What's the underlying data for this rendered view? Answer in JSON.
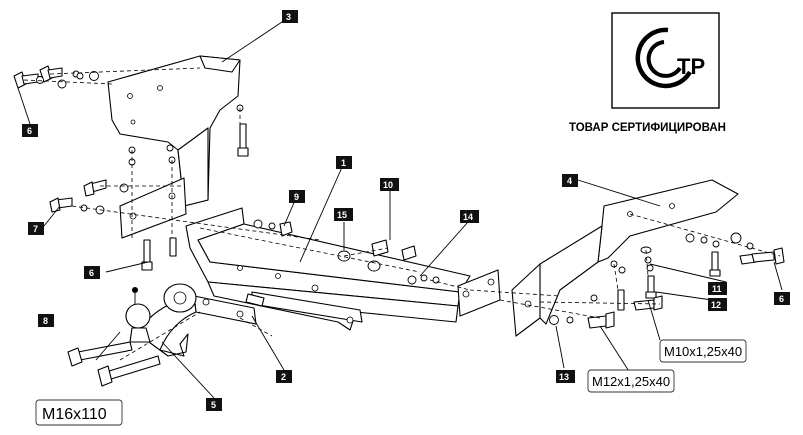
{
  "callouts": [
    {
      "id": "tag-1",
      "label": "1"
    },
    {
      "id": "tag-2",
      "label": "2"
    },
    {
      "id": "tag-3",
      "label": "3"
    },
    {
      "id": "tag-4",
      "label": "4"
    },
    {
      "id": "tag-5",
      "label": "5"
    },
    {
      "id": "tag-6a",
      "label": "6"
    },
    {
      "id": "tag-6b",
      "label": "6"
    },
    {
      "id": "tag-6c",
      "label": "6"
    },
    {
      "id": "tag-7",
      "label": "7"
    },
    {
      "id": "tag-8",
      "label": "8"
    },
    {
      "id": "tag-9",
      "label": "9"
    },
    {
      "id": "tag-10",
      "label": "10"
    },
    {
      "id": "tag-11",
      "label": "11"
    },
    {
      "id": "tag-12",
      "label": "12"
    },
    {
      "id": "tag-13",
      "label": "13"
    },
    {
      "id": "tag-14",
      "label": "14"
    },
    {
      "id": "tag-15",
      "label": "15"
    }
  ],
  "specs": {
    "m16": "M16x110",
    "m12": "M12x1,25x40",
    "m10": "M10x1,25x40"
  },
  "certification": {
    "mark_letters": "ТР",
    "caption": "ТОВАР СЕРТИФИЦИРОВАН"
  }
}
